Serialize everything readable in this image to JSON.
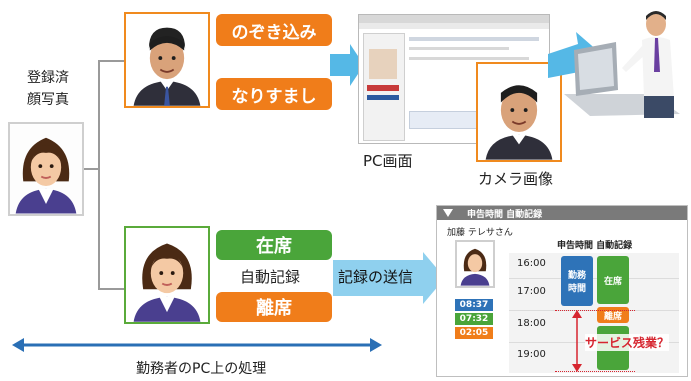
{
  "registered_label": "登録済\n顔写真",
  "threats": {
    "peek": "のぞき込み",
    "impersonation": "なりすまし"
  },
  "pc_screen_label": "PC画面",
  "camera_image_label": "カメラ画像",
  "status": {
    "present": "在席",
    "auto_record": "自動記録",
    "absent": "離席"
  },
  "send_label": "記録の送信",
  "panel": {
    "header": "申告時間 自動記録",
    "employee_name": "加藤 テレサさん",
    "columns_label": "申告時間 自動記録",
    "times": [
      "16:00",
      "17:00",
      "18:00",
      "19:00"
    ],
    "badges": [
      "08:37",
      "07:32",
      "02:05"
    ],
    "work_time_block": "勤務\n時間",
    "present_block": "在席",
    "absent_block": "離席",
    "overtime_question": "サービス残業？"
  },
  "bottom_label": "勤務者のPC上の処理",
  "colors": {
    "orange": "#f07d1a",
    "green": "#4aa53a",
    "blue": "#2e73b8",
    "arrow_blue": "#55b8e6",
    "overtime_red": "#d6252f",
    "panel_header": "#7a7a7a"
  }
}
